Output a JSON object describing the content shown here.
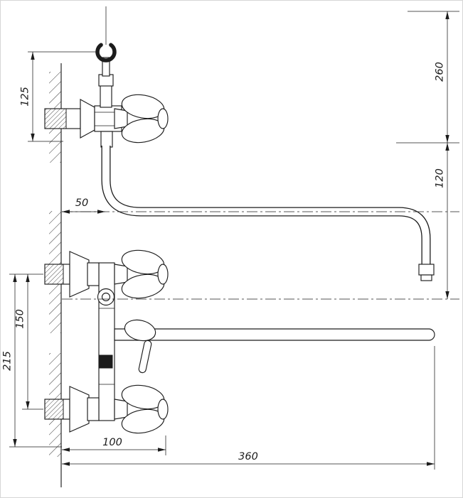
{
  "drawing": {
    "background": "#ffffff",
    "line_color": "#1c1c1c",
    "dims": {
      "d125": "125",
      "d260": "260",
      "d120": "120",
      "d50": "50",
      "d150": "150",
      "d215": "215",
      "d100": "100",
      "d360": "360"
    }
  }
}
